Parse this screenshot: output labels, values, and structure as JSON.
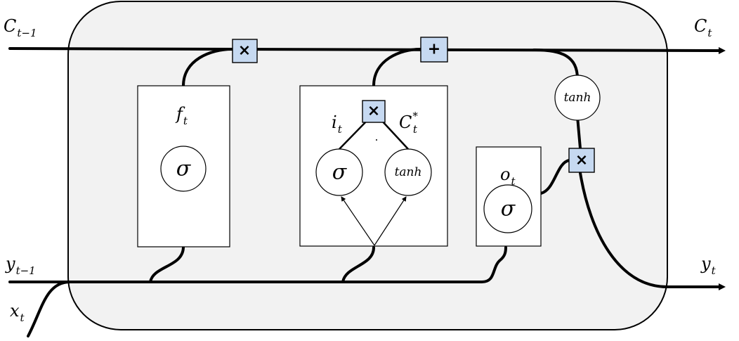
{
  "labels": {
    "c_prev": {
      "main": "C",
      "sub": "t−1"
    },
    "c_next": {
      "main": "C",
      "sub": "t"
    },
    "y_prev": {
      "main": "y",
      "sub": "t−1"
    },
    "y_next": {
      "main": "y",
      "sub": "t"
    },
    "x_in": {
      "main": "x",
      "sub": "t"
    }
  },
  "gates": {
    "forget": {
      "main": "f",
      "sub": "t",
      "activation": "σ"
    },
    "input": {
      "main": "i",
      "sub": "t",
      "activation": "σ"
    },
    "candidate": {
      "main": "C",
      "sub": "t",
      "sup": "*",
      "activation": "tanh"
    },
    "output": {
      "main": "o",
      "sub": "t",
      "activation": "σ"
    }
  },
  "cell_state_activation": "tanh",
  "operators": {
    "forget_multiply": "×",
    "cell_add": "+",
    "input_multiply": "×",
    "output_multiply": "×"
  },
  "colors": {
    "cell_background": "#f2f2f2",
    "operator_fill": "#c6d9f1",
    "line": "#000000"
  }
}
